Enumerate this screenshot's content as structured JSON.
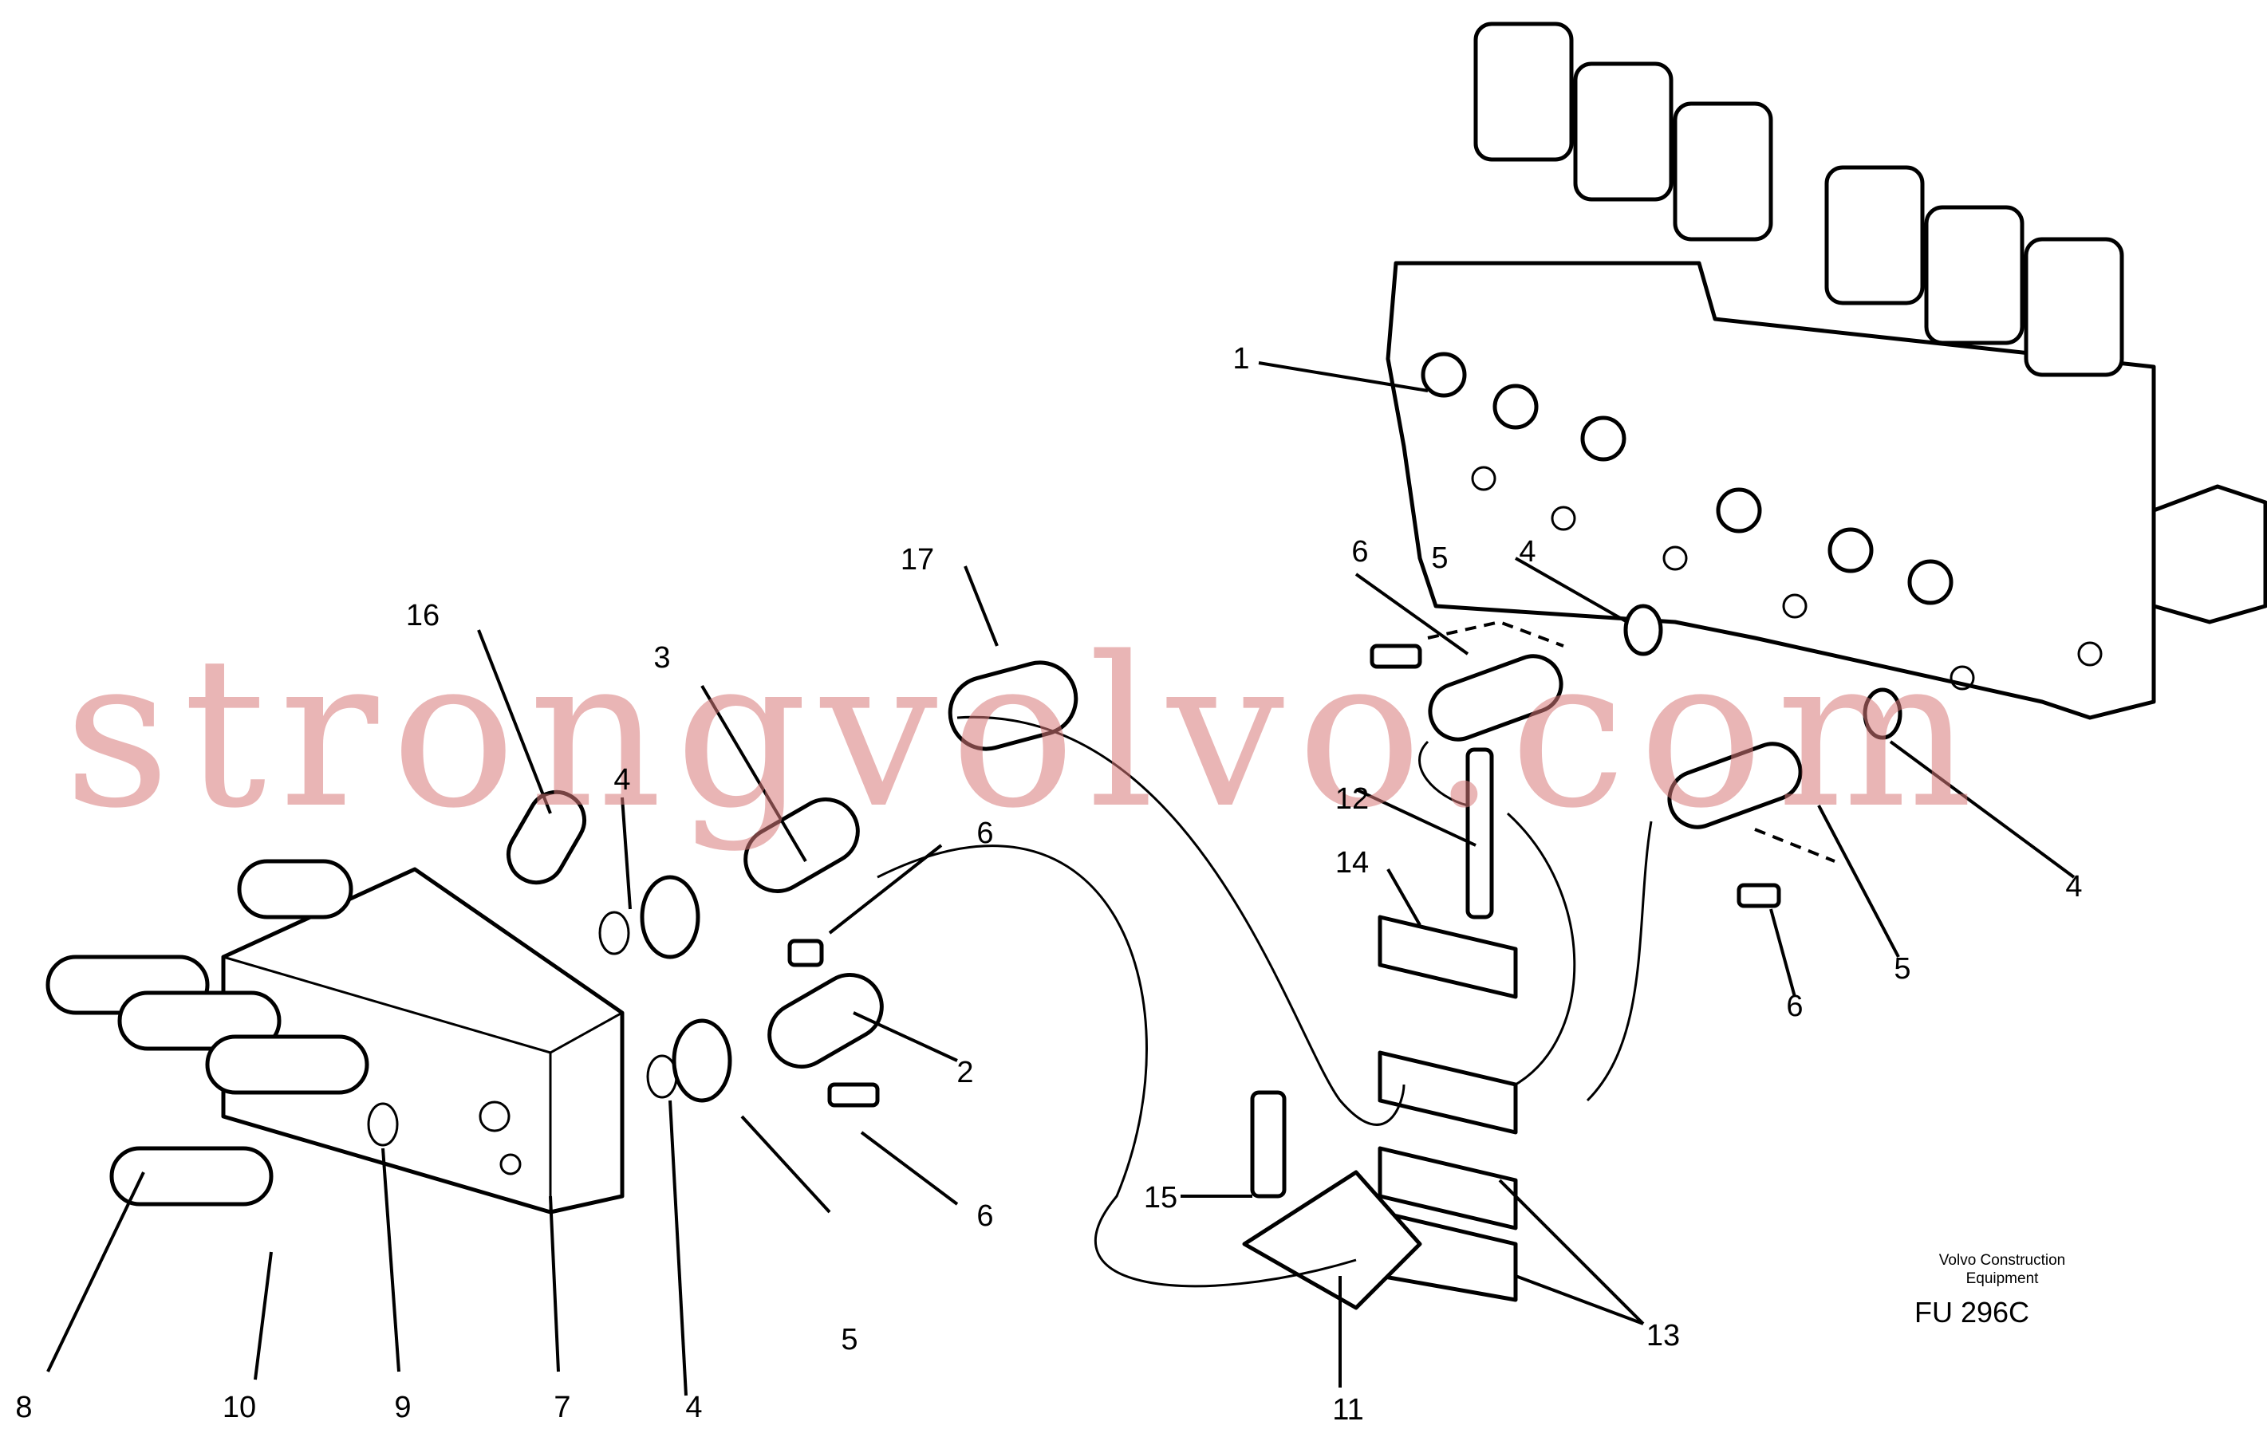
{
  "watermark": "strongvolvo.com",
  "credit": {
    "line1": "Volvo Construction",
    "line2": "Equipment"
  },
  "figure_id": "FU 296C",
  "callouts": [
    "1",
    "2",
    "3",
    "4",
    "4",
    "4",
    "4",
    "5",
    "5",
    "5",
    "6",
    "6",
    "6",
    "6",
    "7",
    "8",
    "9",
    "10",
    "11",
    "12",
    "13",
    "14",
    "15",
    "16",
    "17"
  ]
}
